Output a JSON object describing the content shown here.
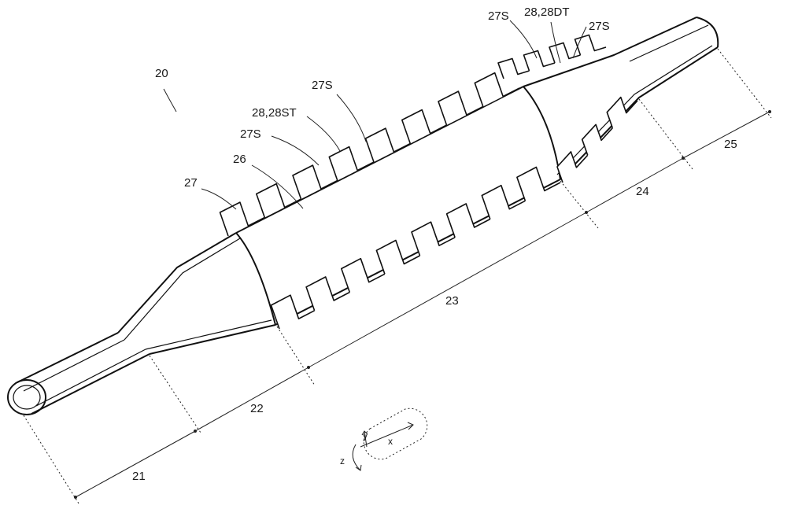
{
  "figure": {
    "ref_main": "20",
    "labels": {
      "l27": "27",
      "l26": "26",
      "l27s_a": "27S",
      "l28st": "28,28ST",
      "l27s_b": "27S",
      "l27s_c": "27S",
      "l28dt": "28,28DT",
      "l27s_d": "27S"
    },
    "sections": {
      "s21": "21",
      "s22": "22",
      "s23": "23",
      "s24": "24",
      "s25": "25"
    },
    "axes": {
      "x": "x",
      "y": "y",
      "z": "z"
    }
  }
}
